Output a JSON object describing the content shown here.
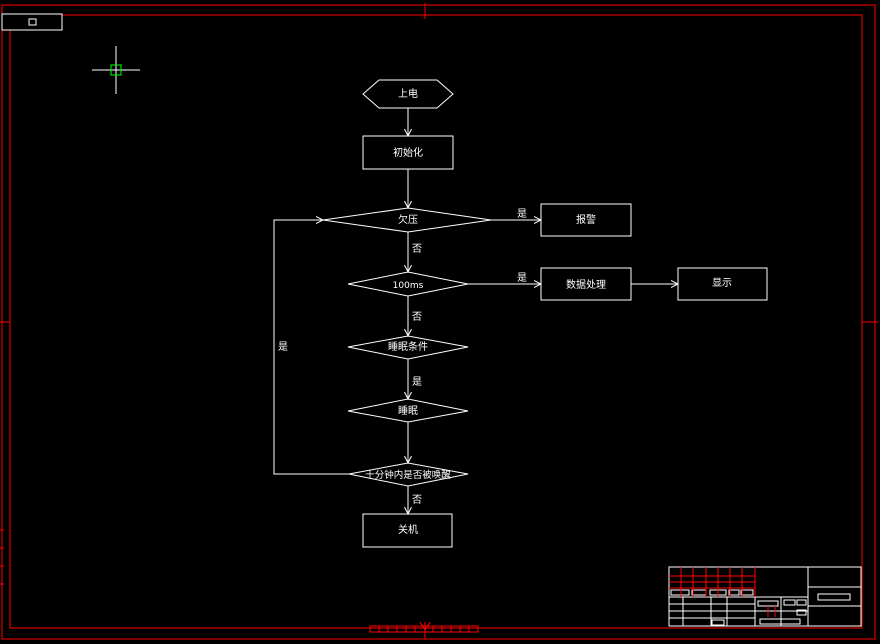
{
  "nodes": {
    "power_on": "上电",
    "init": "初始化",
    "undervoltage": "欠压",
    "alarm": "报警",
    "ms100": "100ms",
    "data_processing": "数据处理",
    "display": "显示",
    "sleep_condition": "睡眠条件",
    "sleep": "睡眠",
    "woken_check": "十分钟内是否被唤醒",
    "shutdown": "关机"
  },
  "edge_labels": {
    "yes": "是",
    "no": "否"
  },
  "colors": {
    "background": "#000000",
    "drawing": "#ffffff",
    "frame": "#ff0000",
    "cursor": "#00ff00"
  }
}
